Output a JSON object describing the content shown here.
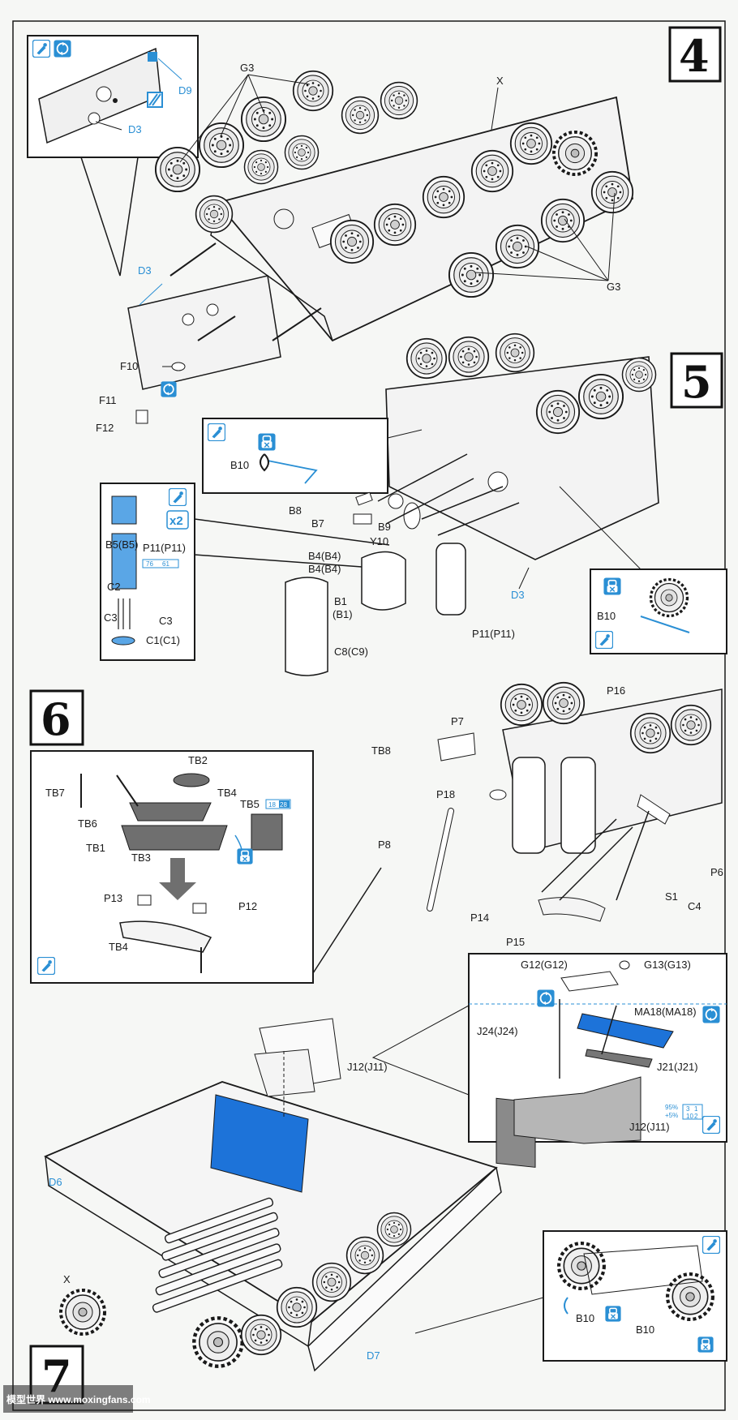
{
  "steps": {
    "s4": "4",
    "s5": "5",
    "s6": "6",
    "s7": "7"
  },
  "step4": {
    "parts": {
      "g3_top": "G3",
      "g3_bottom": "G3",
      "x": "X",
      "d3_inset": "D3",
      "d9": "D9",
      "d3": "D3",
      "f10": "F10",
      "f11": "F11",
      "f12": "F12"
    }
  },
  "step5": {
    "parts": {
      "b10_a": "B10",
      "b8": "B8",
      "b7": "B7",
      "b9": "B9",
      "y10": "Y10",
      "b5": "B5(B5)",
      "p11_inset": "P11(P11)",
      "c2": "C2",
      "c3_left": "C3",
      "c3_right": "C3",
      "c1": "C1(C1)",
      "b4_1": "B4(B4)",
      "b4_2": "B4(B4)",
      "b1_1": "B1",
      "b1_2": "(B1)",
      "d3": "D3",
      "p11": "P11(P11)",
      "c8": "C8(C9)",
      "b10_b": "B10"
    },
    "multiplier": "x2"
  },
  "step6": {
    "parts": {
      "tb2": "TB2",
      "tb7": "TB7",
      "tb4_top": "TB4",
      "tb5": "TB5",
      "tb6": "TB6",
      "tb1": "TB1",
      "tb3": "TB3",
      "p13": "P13",
      "p12": "P12",
      "tb4_bottom": "TB4",
      "p16": "P16",
      "p7": "P7",
      "tb8": "TB8",
      "p18": "P18",
      "p8": "P8",
      "p6": "P6",
      "s1": "S1",
      "c4": "C4",
      "p14": "P14",
      "p15": "P15"
    }
  },
  "step7": {
    "parts": {
      "g12": "G12(G12)",
      "g13": "G13(G13)",
      "ma18": "MA18(MA18)",
      "j24": "J24(J24)",
      "j21": "J21(J21)",
      "j12_inset": "J12(J11)",
      "j12": "J12(J11)",
      "d6": "D6",
      "x": "X",
      "d7": "D7",
      "b10_a": "B10",
      "b10_b": "B10"
    },
    "paint_mix_1": "95%",
    "paint_mix_2": "+5%"
  },
  "paint_codes": {
    "c1": "76",
    "c2": "61",
    "c3": "18",
    "c4": "28",
    "c5": "3",
    "c6": "1",
    "c7": "10",
    "c8": "2"
  },
  "watermark": "模型世界 www.moxingfans.com",
  "colors": {
    "ink": "#1a1a1a",
    "accent_blue": "#2a8fd4",
    "paint_blue": "#1d73d9",
    "part_grey": "#8a8a8a",
    "paper": "#f6f7f5"
  }
}
